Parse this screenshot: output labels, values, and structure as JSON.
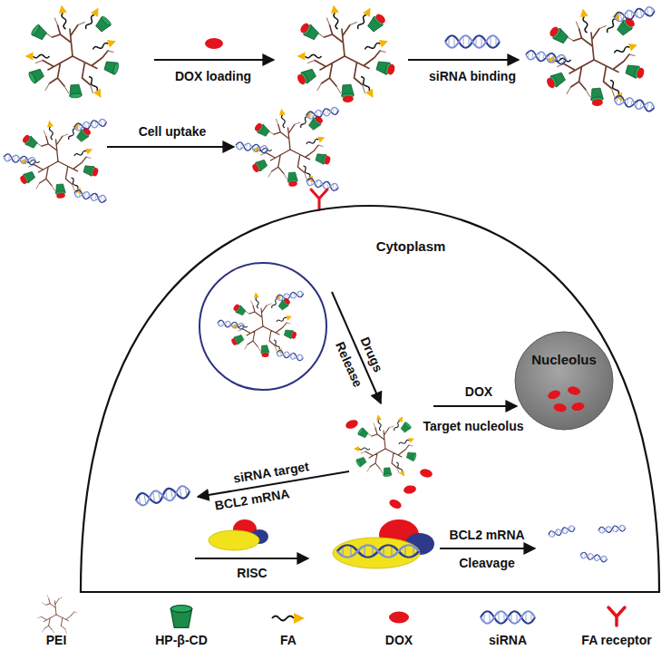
{
  "diagram": {
    "nodes": [
      {
        "text": [
          "Cytoplasm"
        ]
      },
      {
        "text": [
          "Nucleolus"
        ],
        "in": 0
      }
    ],
    "labels": [
      "DOX loading",
      "siRNA binding",
      "Cell uptake",
      "Drugs",
      "Release",
      "DOX",
      "Target nucleolus",
      "siRNA target",
      "BCL2 mRNA",
      "RISC",
      "BCL2 mRNA",
      "Cleavage"
    ],
    "legend": [
      {
        "text": "PEI"
      },
      {
        "text": "HP-β-CD"
      },
      {
        "text": "FA"
      },
      {
        "text": "DOX"
      },
      {
        "text": "siRNA"
      },
      {
        "text": "FA receptor"
      }
    ]
  }
}
